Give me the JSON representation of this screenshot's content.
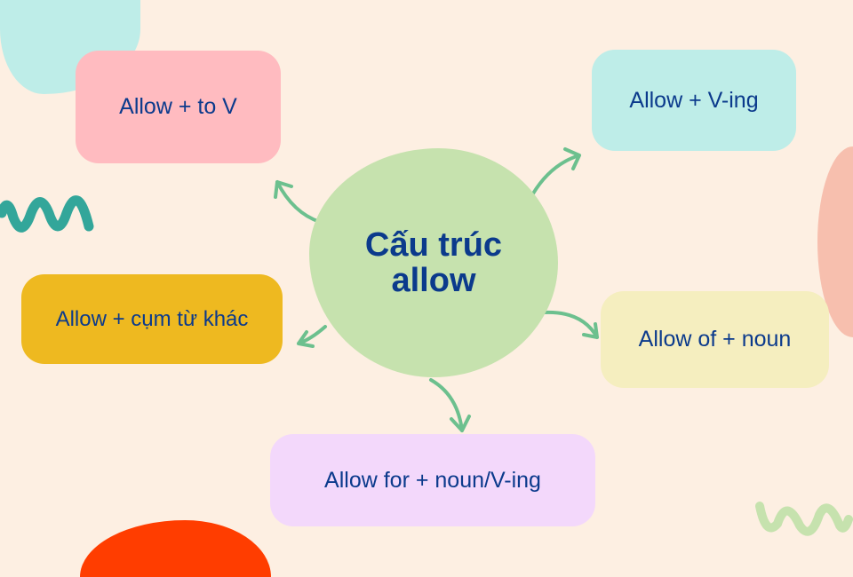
{
  "center": {
    "line1": "Cấu trúc",
    "line2": "allow"
  },
  "branches": [
    {
      "label": "Allow + to V",
      "color": "#FFBBC0"
    },
    {
      "label": "Allow + V-ing",
      "color": "#BEEDE8"
    },
    {
      "label": "Allow + cụm từ khác",
      "color": "#EEB920"
    },
    {
      "label": "Allow of + noun",
      "color": "#F5EEBF"
    },
    {
      "label": "Allow for + noun/V-ing",
      "color": "#F3D8FB"
    }
  ],
  "colors": {
    "background": "#FDEFE2",
    "text": "#0B3A8C",
    "arrow": "#6CC08E",
    "center": "#C6E2AE"
  }
}
